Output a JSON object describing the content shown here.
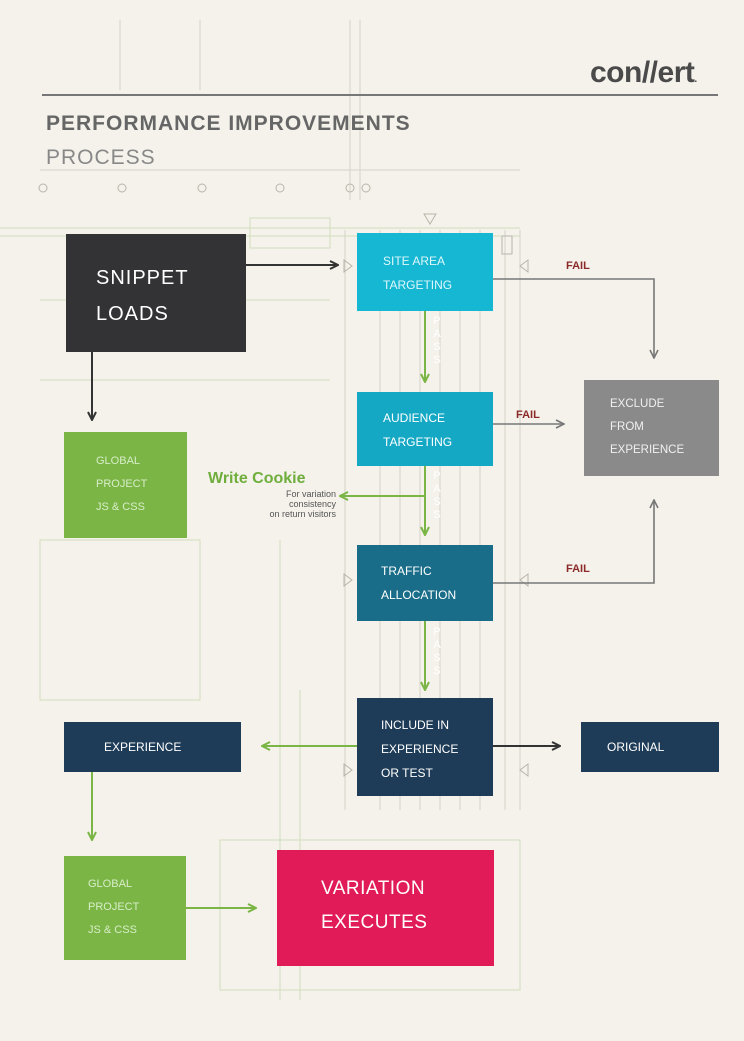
{
  "brand": {
    "logo_text": "con//ert",
    "logo_tm": "."
  },
  "header": {
    "title": "PERFORMANCE IMPROVEMENTS",
    "subtitle": "PROCESS"
  },
  "nodes": {
    "snippet": "SNIPPET\nLOADS",
    "site_area": "SITE AREA\nTARGETING",
    "audience": "AUDIENCE\nTARGETING",
    "traffic": "TRAFFIC\nALLOCATION",
    "include": "INCLUDE IN\nEXPERIENCE\nOR TEST",
    "exclude": "EXCLUDE\nFROM\nEXPERIENCE",
    "global_top": "GLOBAL\nPROJECT\nJS & CSS",
    "experience": "EXPERIENCE",
    "original": "ORIGINAL",
    "global_bottom": "GLOBAL\nPROJECT\nJS & CSS",
    "variation": "VARIATION\nEXECUTES"
  },
  "edge_labels": {
    "fail_1": "FAIL",
    "fail_2": "FAIL",
    "fail_3": "FAIL",
    "pass_1": "P\nA\nS\nS",
    "pass_2": "P\nA\nS\nS",
    "pass_3": "P\nA\nS\nS"
  },
  "cookie": {
    "title": "Write Cookie",
    "subtitle": "For variation\nconsistency\non return visitors"
  },
  "colors": {
    "dark": "#333335",
    "cyan": "#15b7d2",
    "teal": "#1a6d88",
    "navy": "#1e3c57",
    "green": "#7ab545",
    "grey": "#8a8a8a",
    "magenta": "#e01b57",
    "fail_text": "#8c2a2a"
  }
}
